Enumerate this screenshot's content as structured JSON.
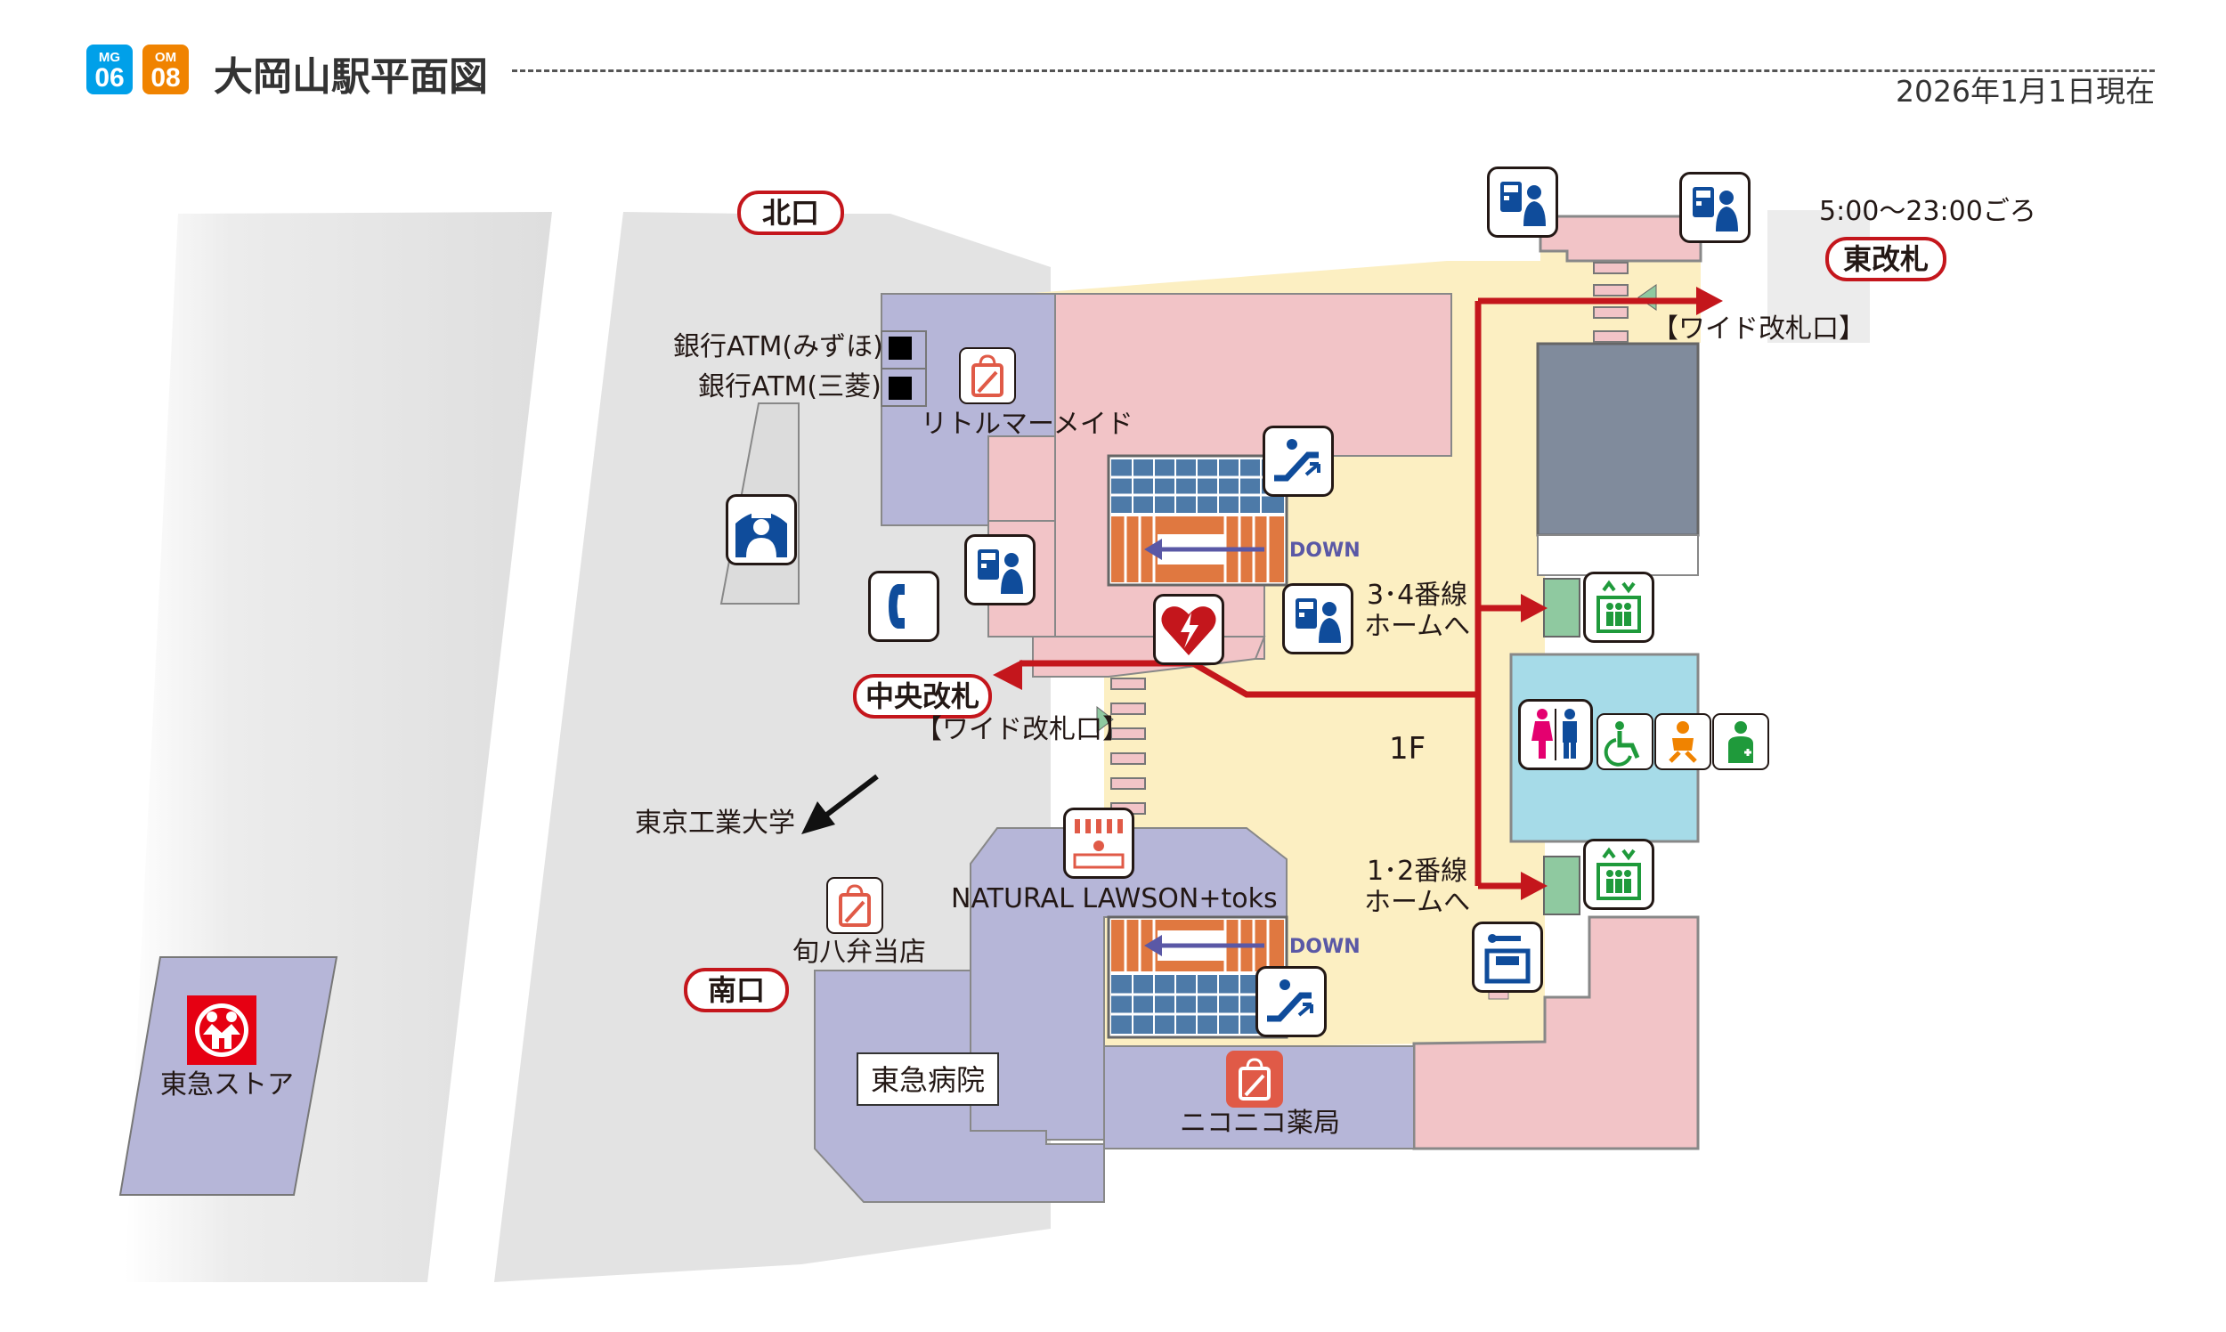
{
  "header": {
    "badge_mg_line": "MG",
    "badge_mg_num": "06",
    "badge_om_line": "OM",
    "badge_om_num": "08",
    "title": "大岡山駅平面図",
    "as_of": "2026年1月1日現在"
  },
  "exits": {
    "north": "北口",
    "south": "南口",
    "central_gate": "中央改札",
    "east_gate": "東改札"
  },
  "east_gate_hours": "5:00〜23:00ごろ",
  "wide_gate_east": "【ワイド改札口】",
  "wide_gate_central": "【ワイド改札口】",
  "shops": {
    "atm_mizuho": "銀行ATM(みずほ)",
    "atm_mufg": "銀行ATM(三菱)",
    "little_mermaid": "リトルマーメイド",
    "natural_lawson": "NATURAL LAWSON+toks",
    "shunpachi": "旬八弁当店",
    "niconico": "ニコニコ薬局",
    "hospital": "東急病院",
    "tokyu_store": "東急ストア"
  },
  "direction_univ": "東京工業大学",
  "platforms": {
    "p34_line1": "3･4番線",
    "p34_line2": "ホームへ",
    "p12_line1": "1･2番線",
    "p12_line2": "ホームへ"
  },
  "floor_label": "1F",
  "escalator_label_top": "DOWN",
  "escalator_label_bottom": "DOWN",
  "icons": [
    "ticket-machine-icon",
    "police-box-icon",
    "telephone-icon",
    "aed-icon",
    "escalator-icon",
    "elevator-icon",
    "restroom-icon",
    "accessible-restroom-icon",
    "baby-care-icon",
    "ostomate-icon",
    "coin-locker-icon",
    "shop-icon",
    "convenience-store-icon"
  ],
  "colors": {
    "accent_red": "#c4161c",
    "badge_blue": "#00a0e9",
    "badge_orange": "#f08300",
    "paid_area": "#fcefc2",
    "shop_pink": "#f2c4c7",
    "shop_lavender": "#b6b6d8",
    "toilet_blue": "#a6dbe8",
    "elevator_green": "#8fc9a0",
    "wall_gray": "#808b9c",
    "icon_blue": "#0f4c9b"
  }
}
